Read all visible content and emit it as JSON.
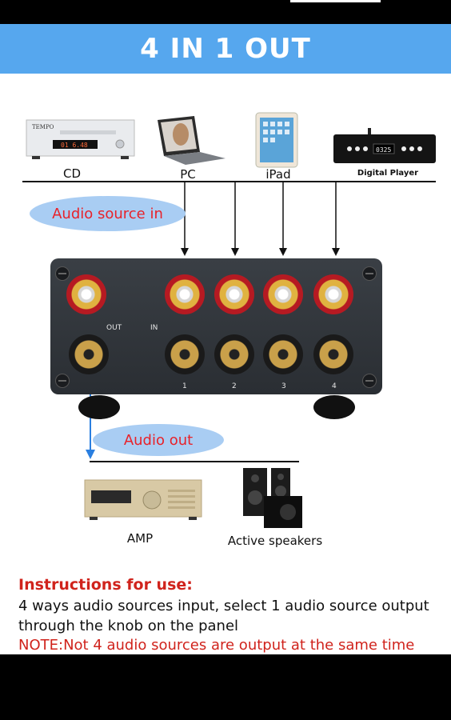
{
  "banner_title": "4 IN 1 OUT",
  "sources": [
    {
      "label": "CD",
      "icon": "cd-player-icon",
      "brand": "TEMPO"
    },
    {
      "label": "PC",
      "icon": "laptop-icon"
    },
    {
      "label": "iPad",
      "icon": "tablet-icon"
    },
    {
      "label": "Digital Player",
      "icon": "digital-player-icon",
      "display": "0325"
    }
  ],
  "audio_source_in_label": "Audio source in",
  "audio_out_label": "Audio out",
  "switch_box": {
    "out_label": "OUT",
    "in_label": "IN",
    "input_numbers": [
      "1",
      "2",
      "3",
      "4"
    ]
  },
  "outputs": [
    {
      "label": "AMP",
      "icon": "amplifier-icon"
    },
    {
      "label": "Active speakers",
      "icon": "speakers-icon"
    }
  ],
  "instructions": {
    "title": "Instructions for use:",
    "body": "4 ways audio sources input, select 1 audio source output through the knob on the panel",
    "note": "NOTE:Not 4 audio sources are output at the same time"
  },
  "colors": {
    "banner": "#56a7ee",
    "accent_red": "#e8222a",
    "ellipse_fill": "#a9cdf3",
    "arrow_blue": "#2a7fe0"
  }
}
